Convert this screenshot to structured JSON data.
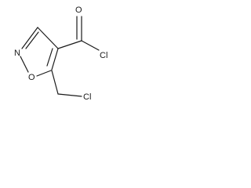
{
  "molecule": {
    "atoms": {
      "ring_n": "N",
      "ring_o": "O",
      "carbonyl_o": "O",
      "acyl_cl": "Cl",
      "alkyl_cl": "Cl"
    },
    "colors": {
      "line": "#1a1a1a",
      "background": "#ffffff"
    }
  }
}
